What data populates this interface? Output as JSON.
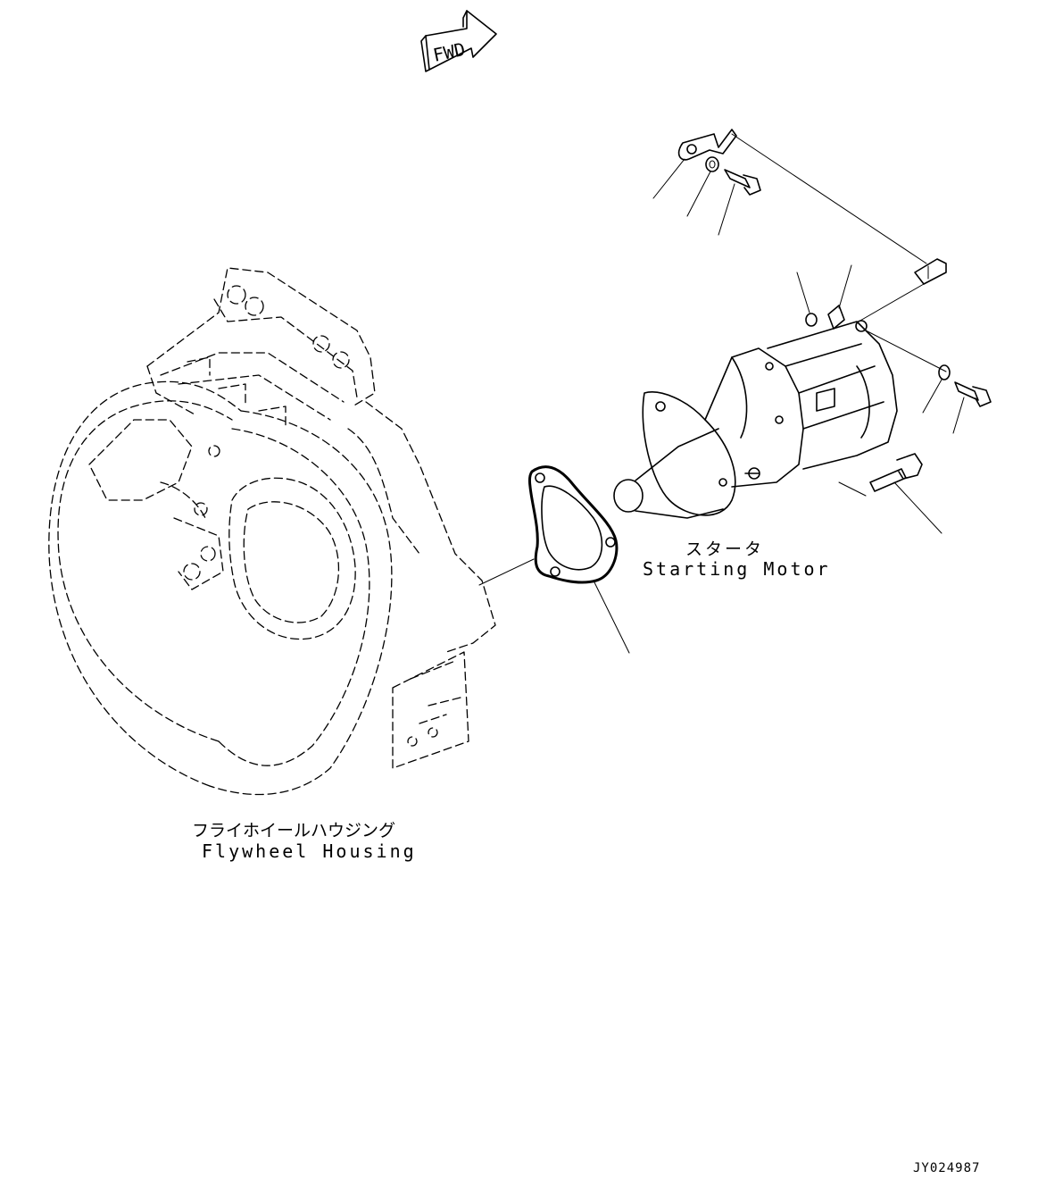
{
  "fwd_label": "FWD",
  "labels": {
    "starter_jp": "スタータ",
    "starter_en": "Starting Motor",
    "housing_jp": "フライホイールハウジング",
    "housing_en": "Flywheel Housing"
  },
  "drawing_id": "JY024987",
  "colors": {
    "line": "#000000",
    "background": "#ffffff"
  }
}
